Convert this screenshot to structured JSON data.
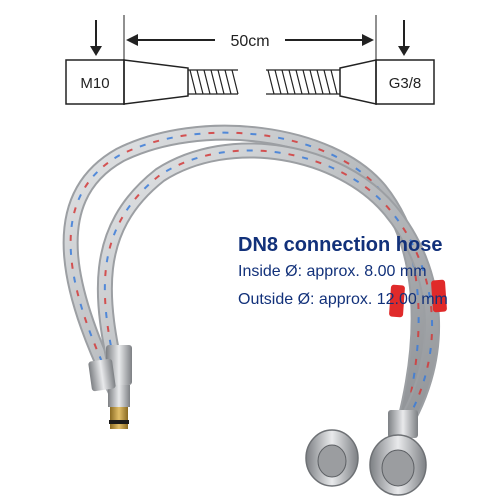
{
  "diagram": {
    "length_label": "50cm",
    "left_thread": "M10",
    "right_thread": "G3/8"
  },
  "info": {
    "title": "DN8 connection hose",
    "inside": "Inside Ø: approx. 8.00 mm",
    "outside": "Outside Ø: approx. 12.00 mm"
  },
  "colors": {
    "text_blue": "#12317a",
    "braid": "#c7c9cc",
    "stripe_red": "#d23a3a",
    "stripe_blue": "#3b7bd8",
    "brass": "#c9a24a",
    "label_red": "#e02a2a"
  },
  "icons": [
    "arrow-down-icon",
    "double-arrow-icon"
  ]
}
